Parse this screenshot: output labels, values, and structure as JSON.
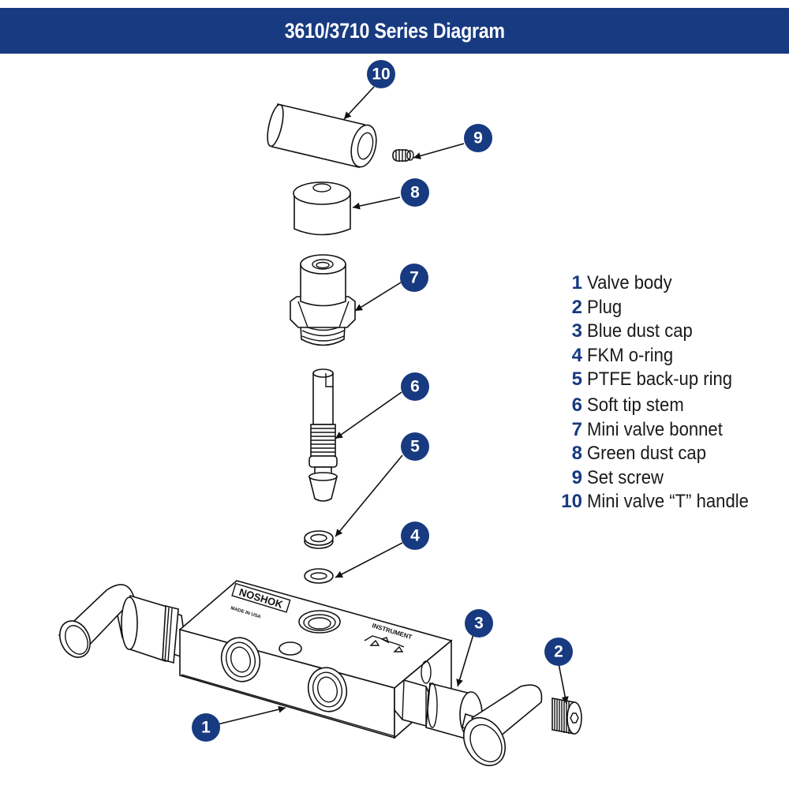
{
  "header": {
    "title": "3610/3710 Series Diagram",
    "background_color": "#173a80",
    "text_color": "#ffffff"
  },
  "legend": {
    "number_color": "#173a80",
    "items": [
      {
        "number": "1",
        "label": "Valve body"
      },
      {
        "number": "2",
        "label": "Plug"
      },
      {
        "number": "3",
        "label": "Blue dust cap"
      },
      {
        "number": "4",
        "label": "FKM o-ring"
      },
      {
        "number": "5",
        "label": "PTFE back-up ring"
      },
      {
        "number": "6",
        "label": "Soft tip stem"
      },
      {
        "number": "7",
        "label": "Mini valve bonnet"
      },
      {
        "number": "8",
        "label": "Green dust cap"
      },
      {
        "number": "9",
        "label": "Set screw"
      },
      {
        "number": "10",
        "label": "Mini valve “T” handle"
      }
    ]
  },
  "callouts": [
    {
      "number": "10",
      "part": "Mini valve “T” handle"
    },
    {
      "number": "9",
      "part": "Set screw"
    },
    {
      "number": "8",
      "part": "Green dust cap"
    },
    {
      "number": "7",
      "part": "Mini valve bonnet"
    },
    {
      "number": "6",
      "part": "Soft tip stem"
    },
    {
      "number": "5",
      "part": "PTFE back-up ring"
    },
    {
      "number": "4",
      "part": "FKM o-ring"
    },
    {
      "number": "3",
      "part": "Blue dust cap"
    },
    {
      "number": "2",
      "part": "Plug"
    },
    {
      "number": "1",
      "part": "Valve body"
    }
  ],
  "body_markings": {
    "brand": "NOSHOK",
    "origin": "MADE IN USA",
    "port_label": "INSTRUMENT"
  }
}
